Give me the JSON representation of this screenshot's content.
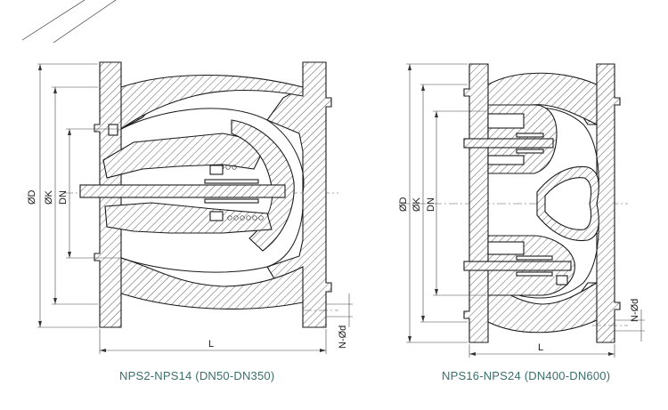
{
  "left_drawing": {
    "dim_OD": "ØD",
    "dim_OK": "ØK",
    "dim_DN": "DN",
    "dim_L": "L",
    "dim_bolt": "N-Ød",
    "caption": "NPS2-NPS14 (DN50-DN350)"
  },
  "right_drawing": {
    "dim_OD": "ØD",
    "dim_OK": "ØK",
    "dim_DN": "DN",
    "dim_L": "L",
    "dim_bolt": "N-Ød",
    "caption": "NPS16-NPS24 (DN400-DN600)"
  },
  "colors": {
    "line": "#1a1a1a",
    "caption": "#3a6f6a",
    "background": "#ffffff"
  }
}
